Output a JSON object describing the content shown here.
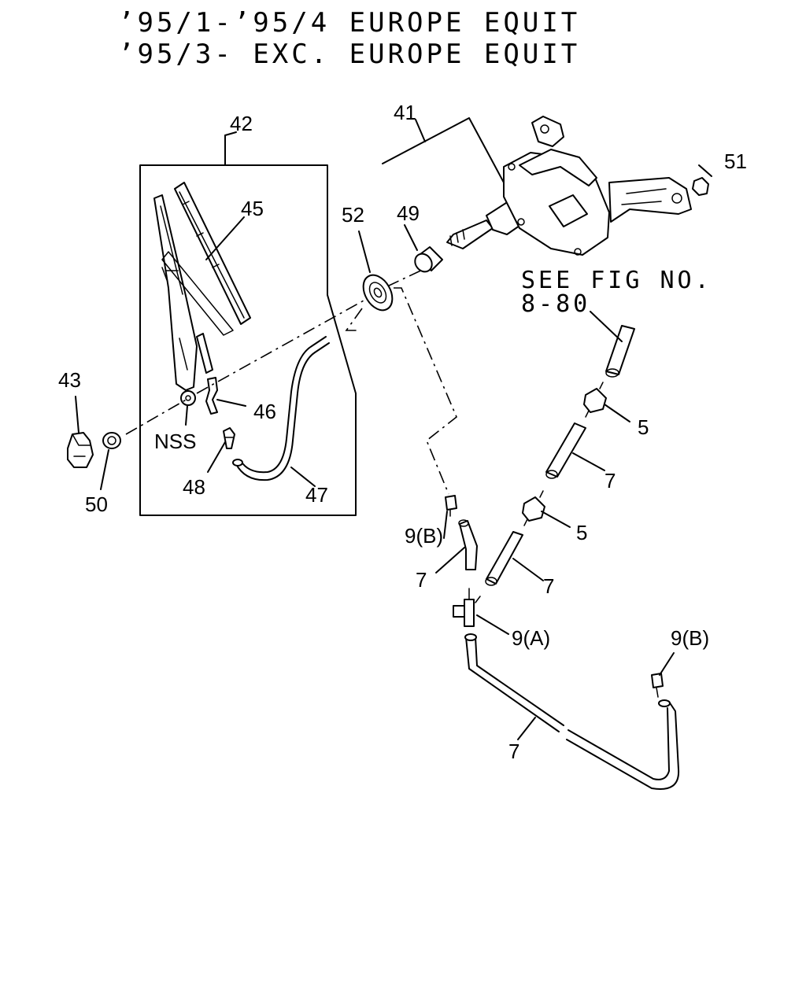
{
  "header": {
    "line1": "’95/1-’95/4 EUROPE EQUIT",
    "line2": "’95/3- EXC. EUROPE EQUIT"
  },
  "callouts": {
    "c41": "41",
    "c42": "42",
    "c43": "43",
    "c45": "45",
    "c46": "46",
    "c47": "47",
    "c48": "48",
    "c49": "49",
    "c50": "50",
    "c51": "51",
    "c52": "52",
    "c5a": "5",
    "c5b": "5",
    "c7a": "7",
    "c7b": "7",
    "c7c": "7",
    "c7d": "7",
    "c9a": "9(A)",
    "c9b1": "9(B)",
    "c9b2": "9(B)",
    "nss": "NSS"
  },
  "reference": {
    "line1": "SEE FIG NO.",
    "line2": "8-80"
  }
}
